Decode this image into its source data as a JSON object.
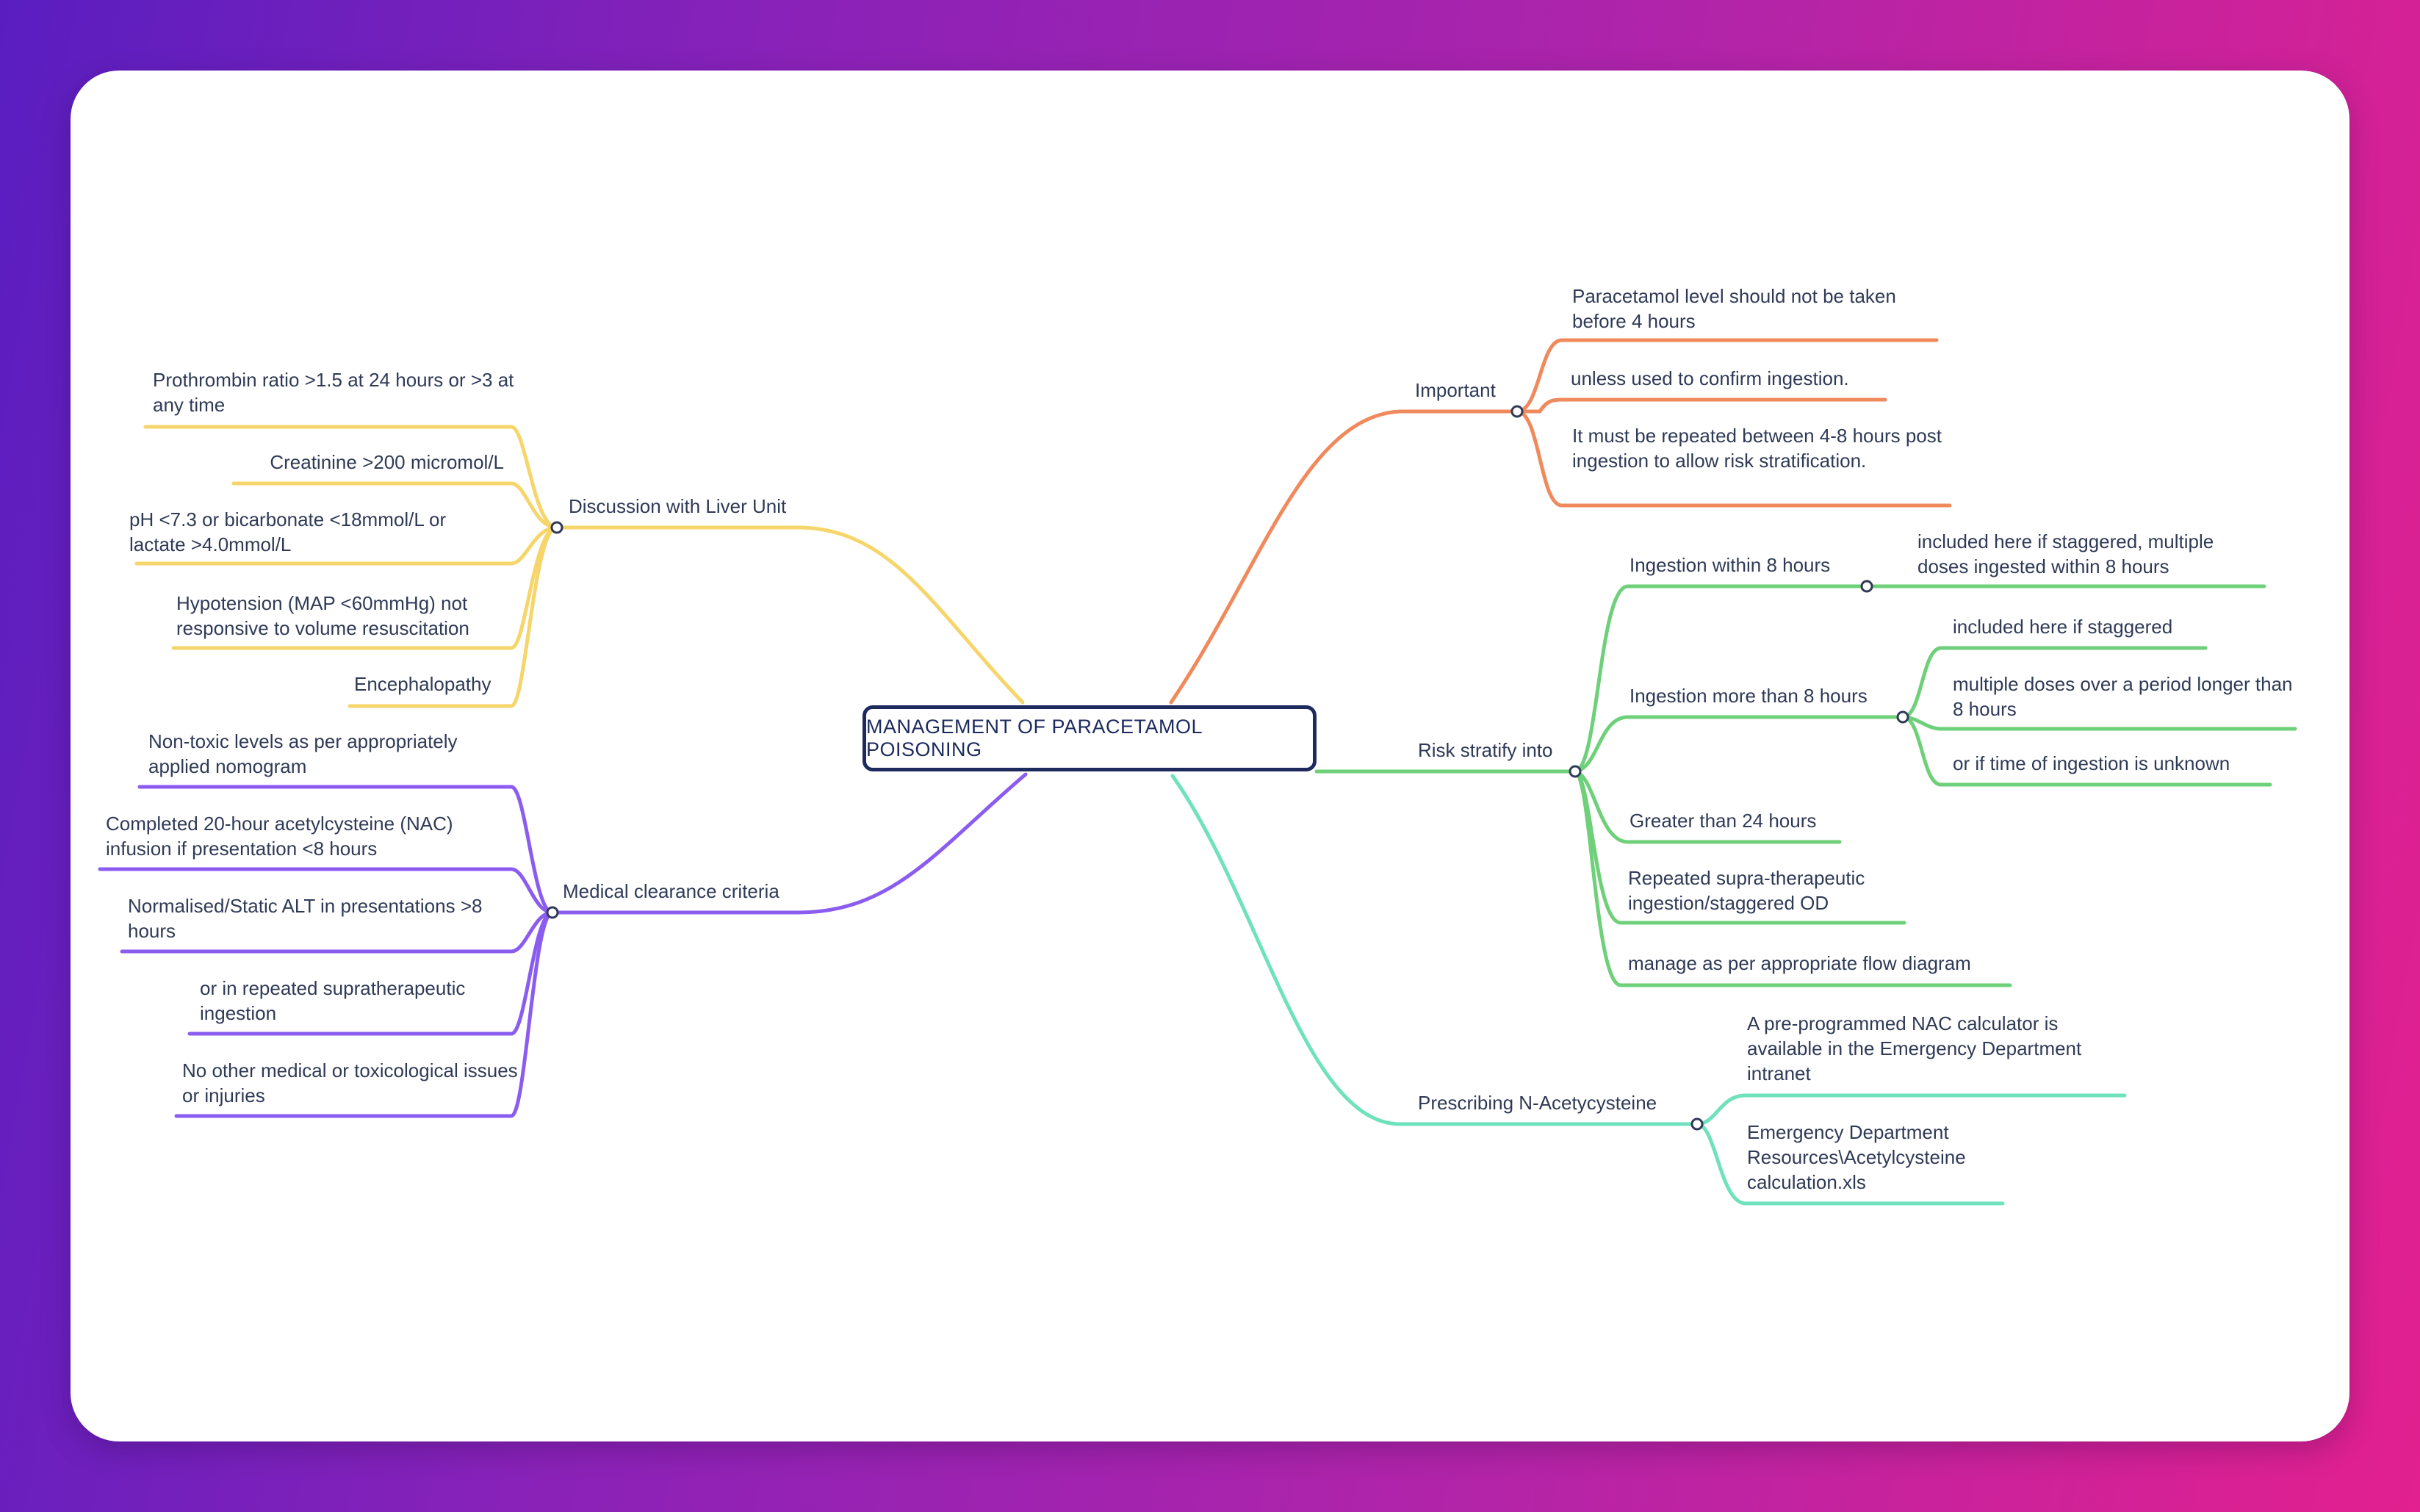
{
  "colors": {
    "root": "#1c2a5e",
    "important": "#f08a5d",
    "risk": "#6fd07a",
    "prescribing": "#6fe2bd",
    "liver": "#f6d56a",
    "clearance": "#8b5cf0"
  },
  "root": "MANAGEMENT OF PARACETAMOL POISONING",
  "branches": {
    "important": {
      "label": "Important",
      "children": [
        "Paracetamol level should not be taken before 4 hours",
        "unless used to confirm ingestion.",
        "It must be repeated between 4-8 hours post ingestion to allow risk stratification."
      ]
    },
    "risk": {
      "label": "Risk stratify into",
      "within8": {
        "label": "Ingestion within 8 hours",
        "note": "included here if staggered, multiple doses ingested within 8 hours"
      },
      "more8": {
        "label": "Ingestion more than 8 hours",
        "children": [
          "included here if staggered",
          "multiple doses over a period longer than 8 hours",
          "or if time of ingestion is unknown"
        ]
      },
      "gt24": "Greater than 24 hours",
      "repeated": "Repeated supra-therapeutic ingestion/staggered OD",
      "manage": "manage as per appropriate flow diagram"
    },
    "prescribing": {
      "label": "Prescribing N-Acetycysteine",
      "children": [
        "A pre-programmed NAC calculator is available in the Emergency Department intranet",
        "Emergency Department Resources\\Acetylcysteine calculation.xls"
      ]
    },
    "liver": {
      "label": "Discussion with Liver Unit",
      "children": [
        "Prothrombin ratio >1.5 at 24 hours or >3 at any time",
        "Creatinine >200 micromol/L",
        "pH <7.3 or bicarbonate <18mmol/L or lactate >4.0mmol/L",
        "Hypotension (MAP <60mmHg) not responsive to volume resuscitation",
        "Encephalopathy"
      ]
    },
    "clearance": {
      "label": "Medical clearance criteria",
      "children": [
        "Non-toxic levels as per appropriately applied nomogram",
        "Completed 20-hour acetylcysteine (NAC) infusion if presentation <8 hours",
        "Normalised/Static ALT in presentations >8 hours",
        "or in repeated supratherapeutic ingestion",
        "No other medical or toxicological issues or injuries"
      ]
    }
  }
}
